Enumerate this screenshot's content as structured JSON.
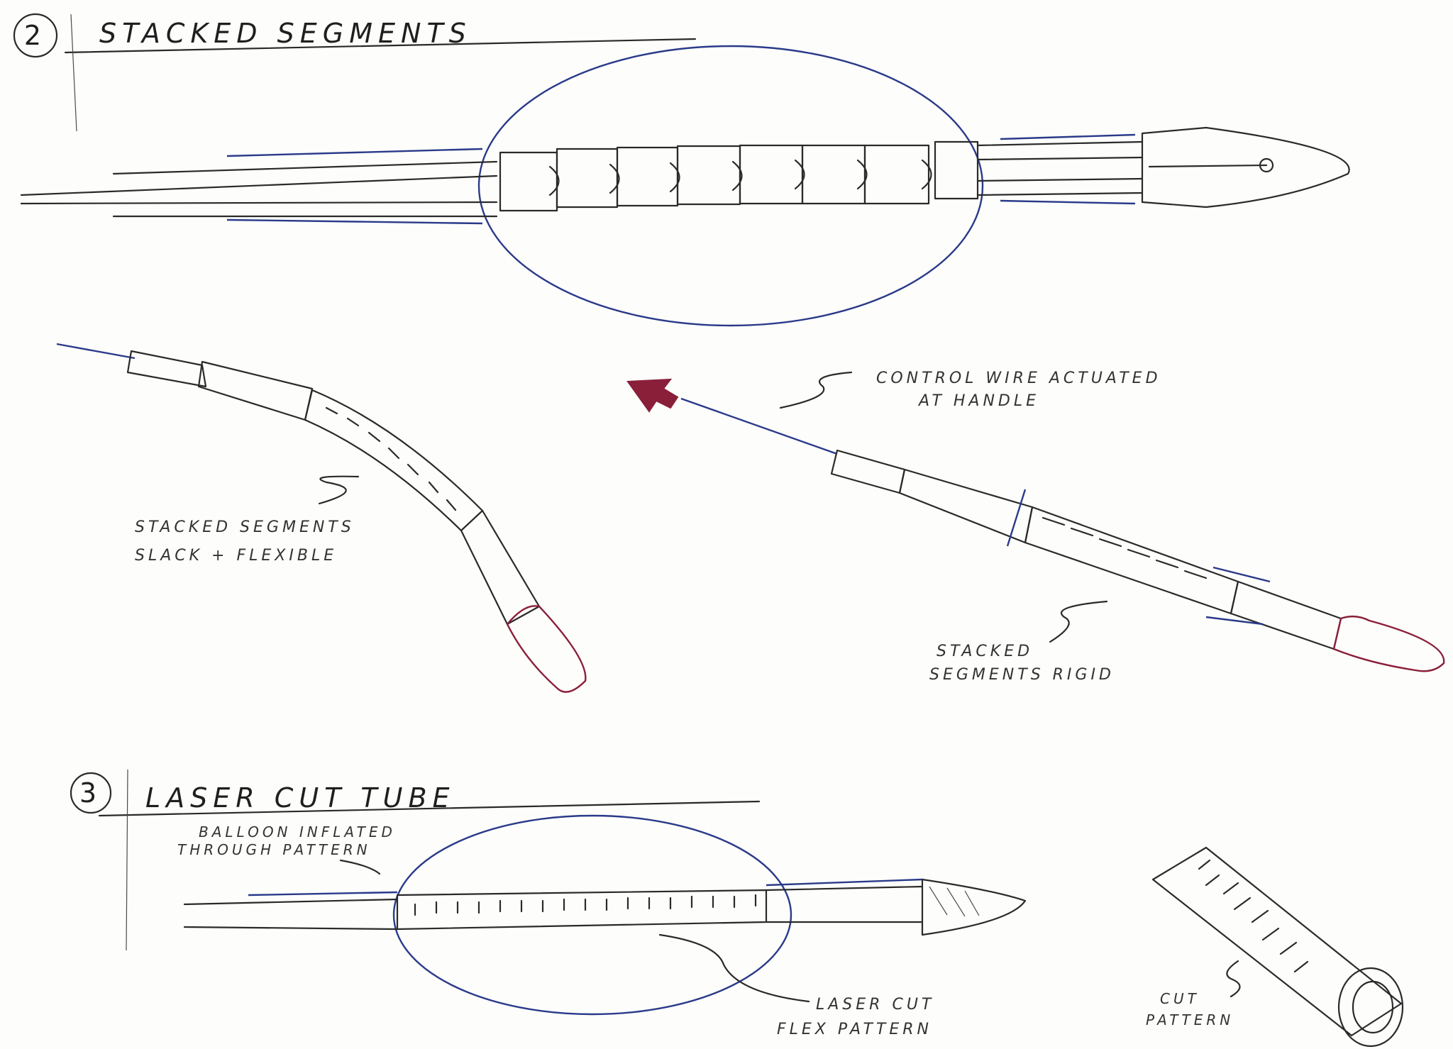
{
  "colors": {
    "ink": "#2a2a2a",
    "balloon_blue": "#2a3a8a",
    "tip_red": "#8a1f3a",
    "paper": "#fdfdfb"
  },
  "section2": {
    "number": "2",
    "title": "STACKED SEGMENTS"
  },
  "section3": {
    "number": "3",
    "title": "LASER CUT TUBE"
  },
  "labels": {
    "control_wire_line1": "CONTROL WIRE ACTUATED",
    "control_wire_line2": "AT HANDLE",
    "slack_line1": "STACKED SEGMENTS",
    "slack_line2": "SLACK + FLEXIBLE",
    "rigid_line1": "STACKED",
    "rigid_line2": "SEGMENTS RIGID",
    "balloon_line1": "BALLOON INFLATED",
    "balloon_line2": "THROUGH PATTERN",
    "laser_line1": "LASER CUT",
    "laser_line2": "FLEX PATTERN",
    "cut_line1": "CUT",
    "cut_line2": "PATTERN"
  }
}
